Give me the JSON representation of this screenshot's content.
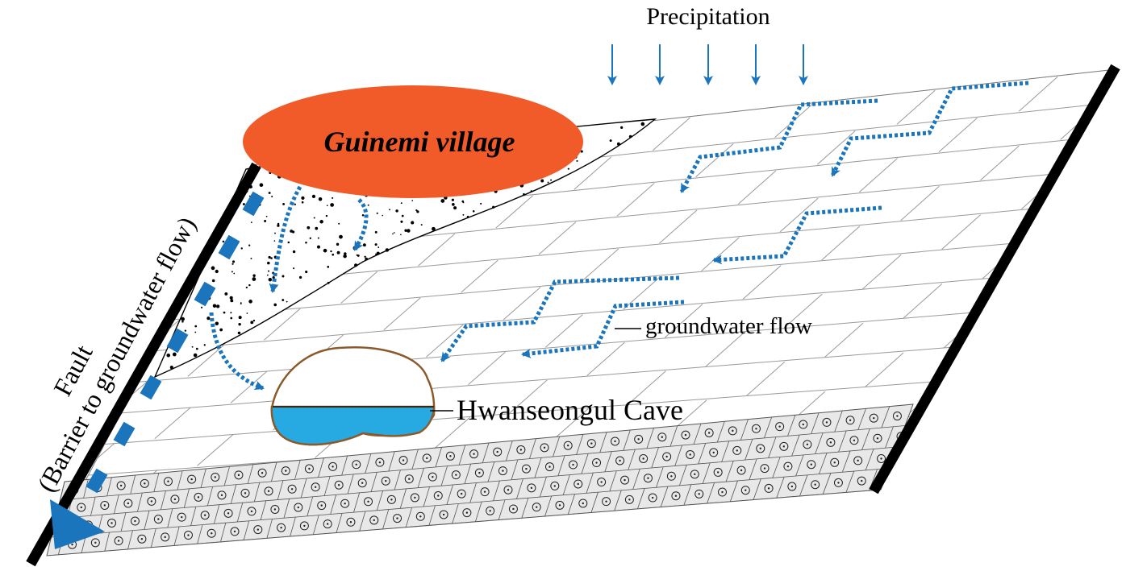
{
  "labels": {
    "precipitation": "Precipitation",
    "village": "Guinemi village",
    "groundwater_flow": "groundwater flow",
    "cave": "Hwanseongul Cave",
    "fault_line1": "Fault",
    "fault_line2": "(Barrier to groundwater flow)"
  },
  "colors": {
    "village_fill": "#f15a29",
    "arrow_blue": "#1a75bc",
    "water_fill": "#27aae1",
    "cave_outline": "#8b5a2b",
    "limestone_band_fill": "#e8e8e8",
    "fault_line": "#000000"
  },
  "icons": {
    "precipitation_arrow": "down-arrow",
    "flow_path": "dotted-arrow",
    "limestone_symbol": "circle-dot"
  }
}
